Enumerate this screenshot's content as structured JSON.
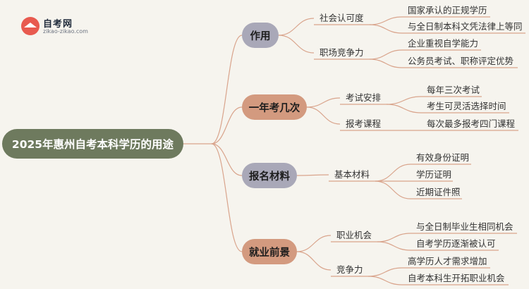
{
  "logo": {
    "title": "自考网",
    "subtitle": "zikao-zikao.com"
  },
  "root": "2025年惠州自考本科学历的用途",
  "colors": {
    "root_bg": "#6e7a5e",
    "pill_gray": "#a9a8b8",
    "pill_salmon": "#d39a7f",
    "connector": "#d9a48c",
    "background": "#f6f4ee"
  },
  "branches": [
    {
      "label": "作用",
      "color": "#a9a8b8",
      "children": [
        {
          "label": "社会认可度",
          "leaves": [
            "国家承认的正规学历",
            "与全日制本科文凭法律上等同"
          ]
        },
        {
          "label": "职场竞争力",
          "leaves": [
            "企业重视自学能力",
            "公务员考试、职称评定优势"
          ]
        }
      ]
    },
    {
      "label": "一年考几次",
      "color": "#d39a7f",
      "children": [
        {
          "label": "考试安排",
          "leaves": [
            "每年三次考试",
            "考生可灵活选择时间"
          ]
        },
        {
          "label": "报考课程",
          "leaves": [
            "每次最多报考四门课程"
          ]
        }
      ]
    },
    {
      "label": "报名材料",
      "color": "#a9a8b8",
      "children": [
        {
          "label": "基本材料",
          "leaves": [
            "有效身份证明",
            "学历证明",
            "近期证件照"
          ]
        }
      ]
    },
    {
      "label": "就业前景",
      "color": "#d39a7f",
      "children": [
        {
          "label": "职业机会",
          "leaves": [
            "与全日制毕业生相同机会",
            "自考学历逐渐被认可"
          ]
        },
        {
          "label": "竞争力",
          "leaves": [
            "高学历人才需求增加",
            "自考本科生开拓职业机会"
          ]
        }
      ]
    }
  ]
}
